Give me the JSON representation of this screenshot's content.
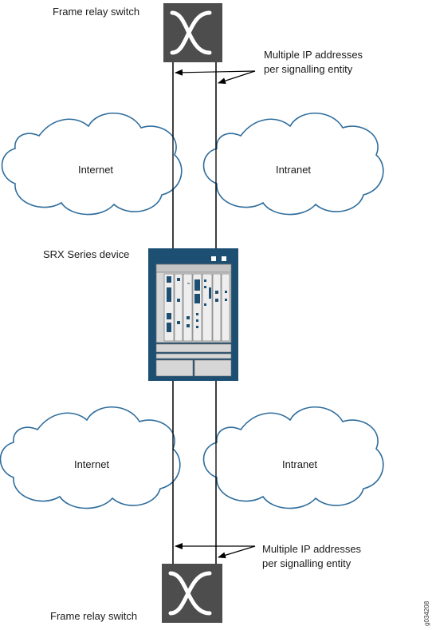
{
  "switch_top": {
    "label": "Frame relay switch"
  },
  "switch_bottom": {
    "label": "Frame relay switch"
  },
  "annotation_top": {
    "line1": "Multiple IP addresses",
    "line2": "per signalling entity"
  },
  "annotation_bottom": {
    "line1": "Multiple IP addresses",
    "line2": "per signalling entity"
  },
  "clouds": {
    "top_left": "Internet",
    "top_right": "Intranet",
    "bottom_left": "Internet",
    "bottom_right": "Intranet"
  },
  "device": {
    "label": "SRX Series device"
  },
  "figure_id": "g034208",
  "colors": {
    "cloud_stroke": "#2f6d9c",
    "device_blue": "#1d4f73",
    "device_panel": "#d6d6d6",
    "switch_fill": "#4d4d4d",
    "line": "#000000"
  }
}
